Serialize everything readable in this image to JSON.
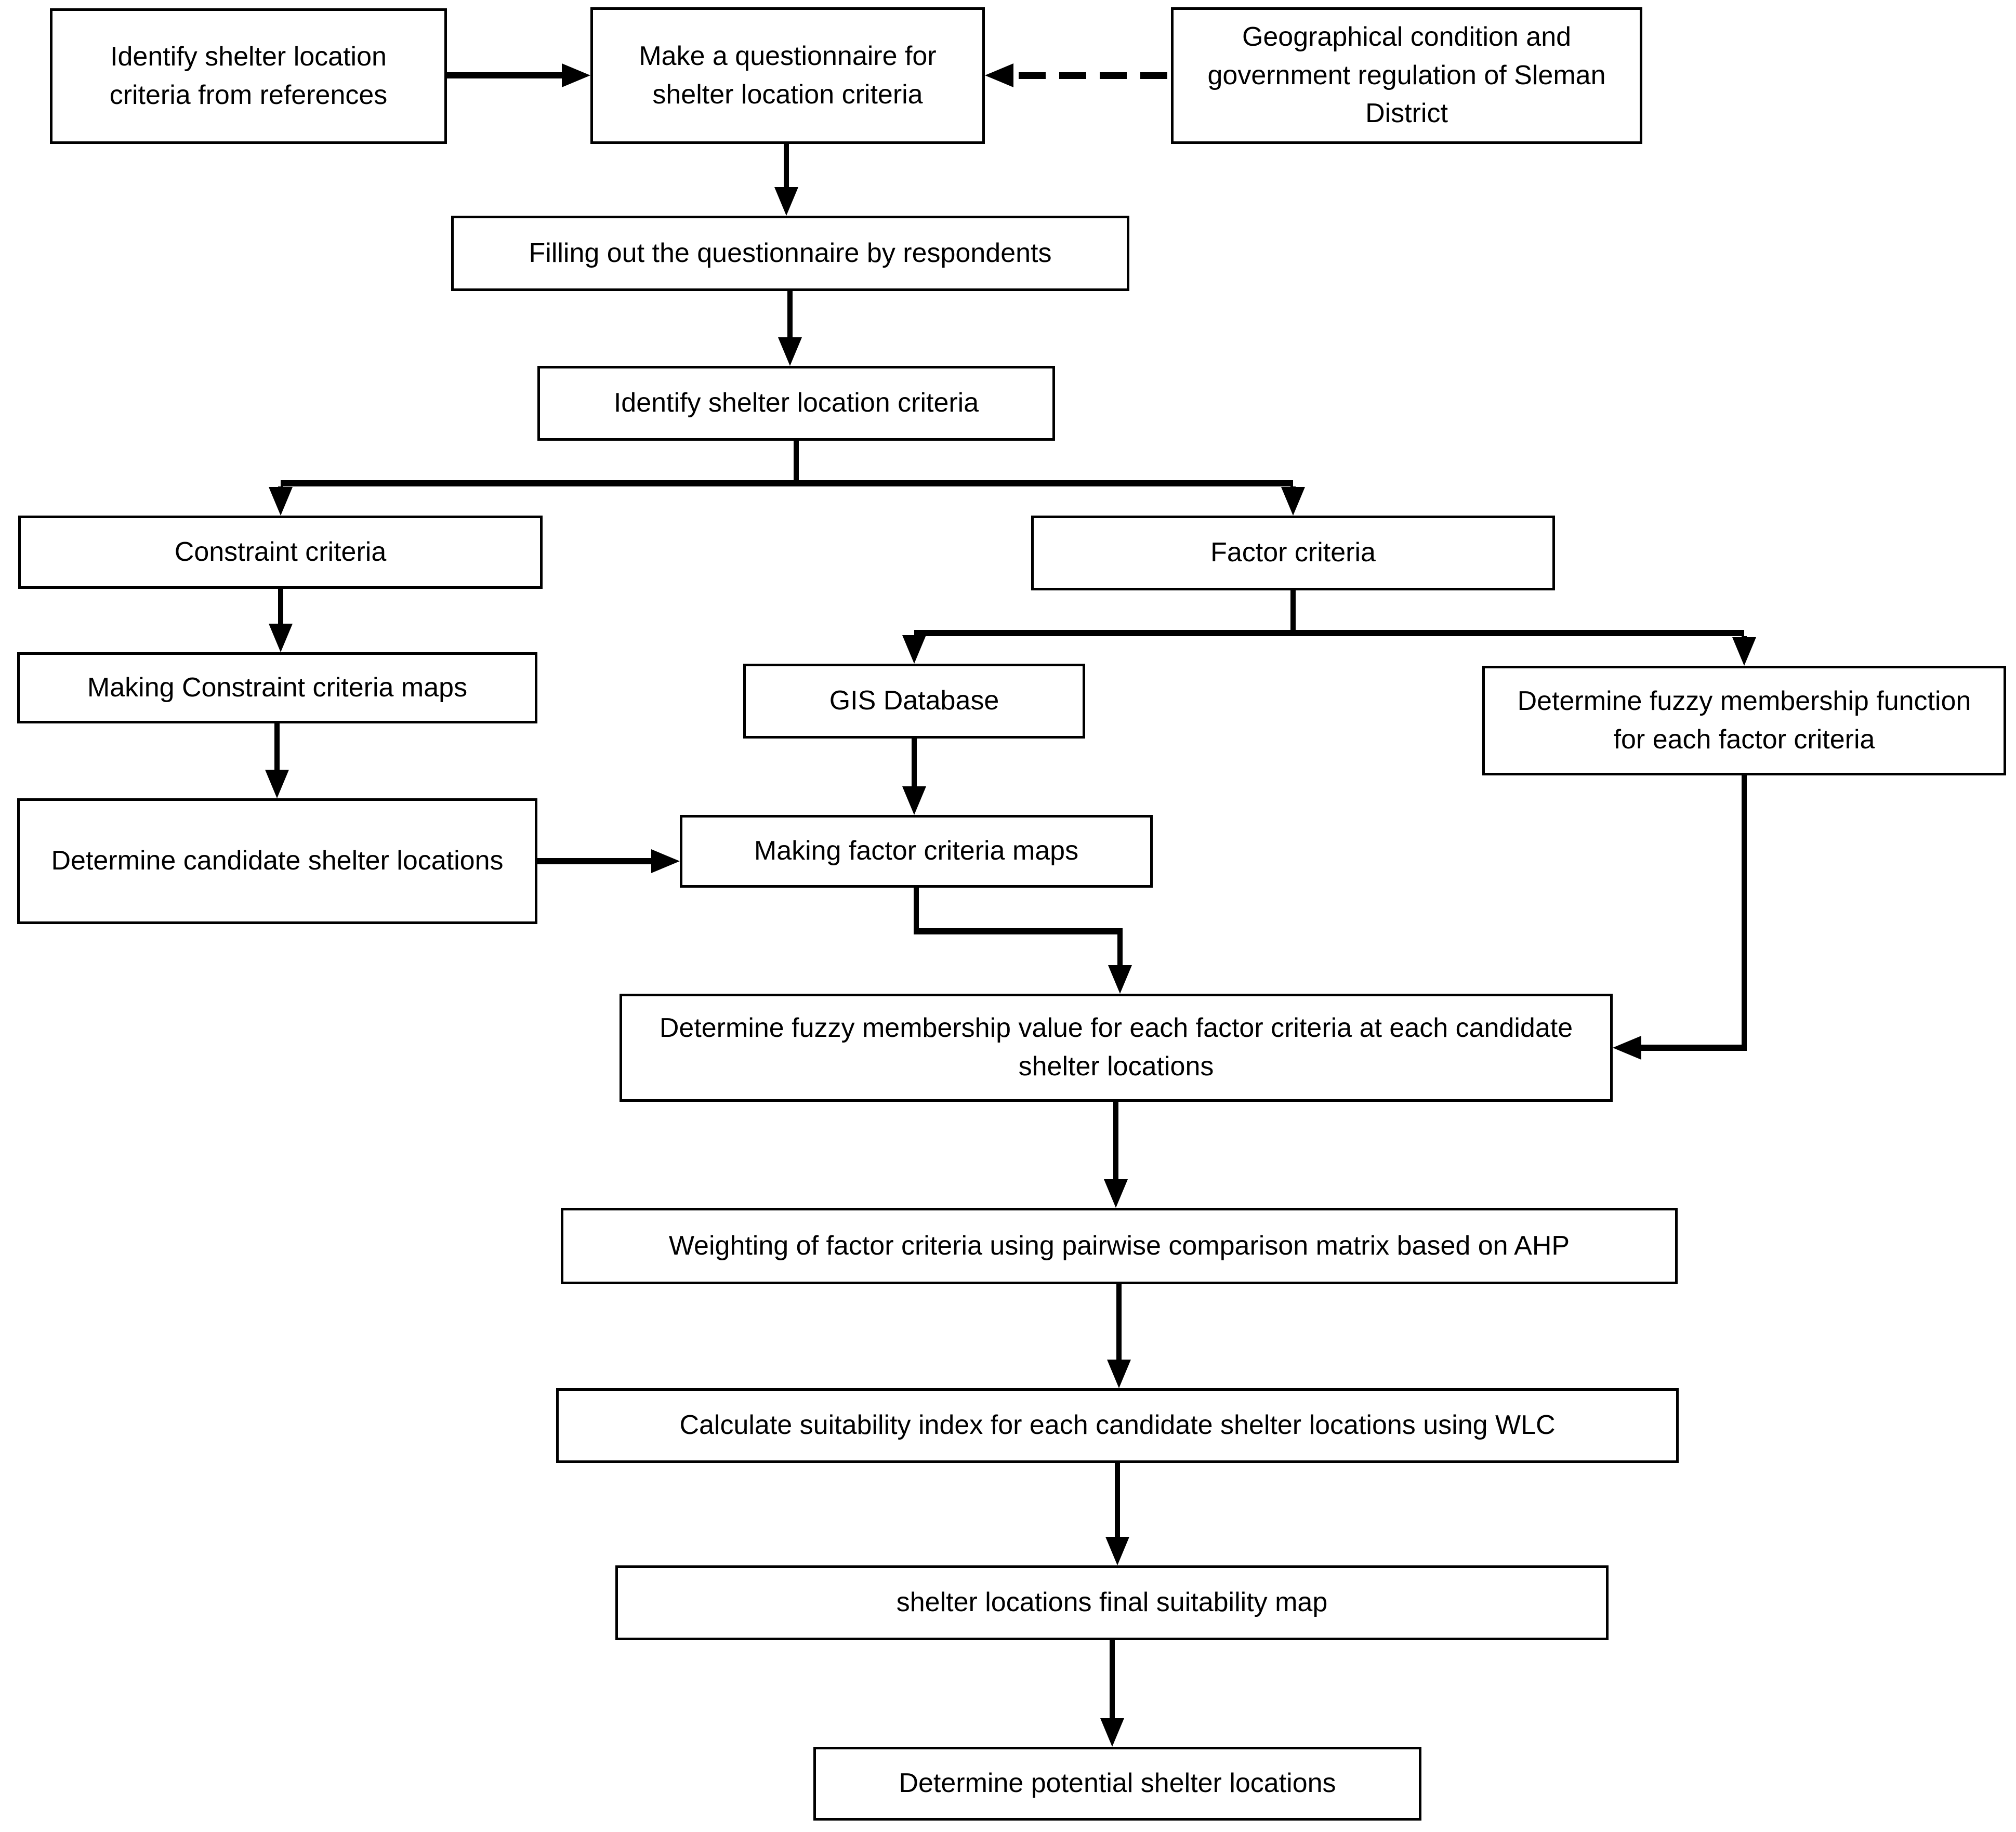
{
  "diagram": {
    "title": "Shelter location suitability flowchart",
    "background_color": "#ffffff",
    "stroke_color": "#000000"
  },
  "nodes": [
    {
      "id": "identify-criteria-references",
      "label": "Identify shelter location criteria from references"
    },
    {
      "id": "make-questionnaire",
      "label": "Make a questionnaire for shelter location criteria"
    },
    {
      "id": "geographical-condition",
      "label": "Geographical condition and government regulation of Sleman District"
    },
    {
      "id": "filling-questionnaire",
      "label": "Filling out the questionnaire by respondents"
    },
    {
      "id": "identify-shelter-criteria",
      "label": "Identify shelter location criteria"
    },
    {
      "id": "constraint-criteria",
      "label": "Constraint criteria"
    },
    {
      "id": "factor-criteria",
      "label": "Factor criteria"
    },
    {
      "id": "making-constraint-maps",
      "label": "Making Constraint criteria maps"
    },
    {
      "id": "gis-database",
      "label": "GIS Database"
    },
    {
      "id": "fuzzy-membership-function",
      "label": "Determine fuzzy membership function for each factor criteria"
    },
    {
      "id": "candidate-shelter-locations",
      "label": "Determine candidate shelter locations"
    },
    {
      "id": "making-factor-maps",
      "label": "Making factor criteria maps"
    },
    {
      "id": "fuzzy-membership-value",
      "label": "Determine fuzzy membership value for each factor criteria at each candidate shelter locations"
    },
    {
      "id": "weighting-ahp",
      "label": "Weighting of factor criteria using pairwise comparison matrix based on AHP"
    },
    {
      "id": "suitability-wlc",
      "label": "Calculate suitability index for each candidate shelter locations using WLC"
    },
    {
      "id": "final-suitability-map",
      "label": "shelter locations final suitability map"
    },
    {
      "id": "potential-shelter-locations",
      "label": "Determine potential shelter locations"
    }
  ],
  "edges": [
    {
      "from": "identify-criteria-references",
      "to": "make-questionnaire",
      "style": "solid"
    },
    {
      "from": "geographical-condition",
      "to": "make-questionnaire",
      "style": "dashed"
    },
    {
      "from": "make-questionnaire",
      "to": "filling-questionnaire",
      "style": "solid"
    },
    {
      "from": "filling-questionnaire",
      "to": "identify-shelter-criteria",
      "style": "solid"
    },
    {
      "from": "identify-shelter-criteria",
      "to": "constraint-criteria",
      "style": "solid"
    },
    {
      "from": "identify-shelter-criteria",
      "to": "factor-criteria",
      "style": "solid"
    },
    {
      "from": "constraint-criteria",
      "to": "making-constraint-maps",
      "style": "solid"
    },
    {
      "from": "making-constraint-maps",
      "to": "candidate-shelter-locations",
      "style": "solid"
    },
    {
      "from": "factor-criteria",
      "to": "gis-database",
      "style": "solid"
    },
    {
      "from": "factor-criteria",
      "to": "fuzzy-membership-function",
      "style": "solid"
    },
    {
      "from": "gis-database",
      "to": "making-factor-maps",
      "style": "solid"
    },
    {
      "from": "candidate-shelter-locations",
      "to": "making-factor-maps",
      "style": "solid"
    },
    {
      "from": "making-factor-maps",
      "to": "fuzzy-membership-value",
      "style": "solid"
    },
    {
      "from": "fuzzy-membership-function",
      "to": "fuzzy-membership-value",
      "style": "solid"
    },
    {
      "from": "fuzzy-membership-value",
      "to": "weighting-ahp",
      "style": "solid"
    },
    {
      "from": "weighting-ahp",
      "to": "suitability-wlc",
      "style": "solid"
    },
    {
      "from": "suitability-wlc",
      "to": "final-suitability-map",
      "style": "solid"
    },
    {
      "from": "final-suitability-map",
      "to": "potential-shelter-locations",
      "style": "solid"
    }
  ]
}
